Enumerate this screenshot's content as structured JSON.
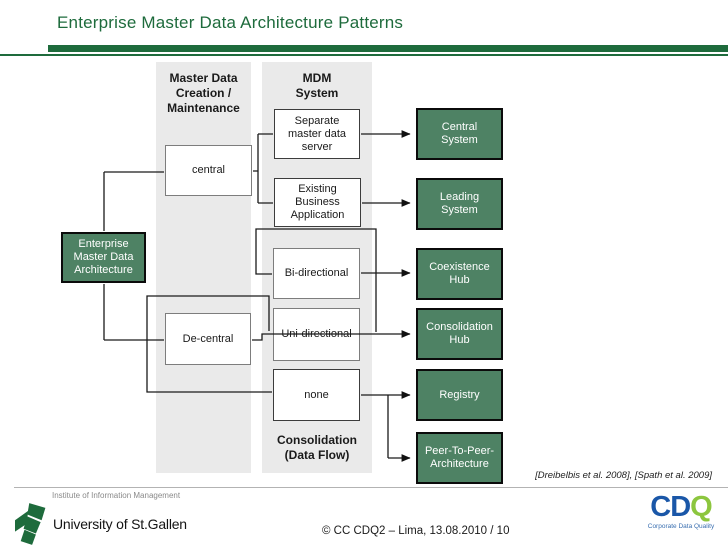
{
  "title": "Enterprise Master Data Architecture Patterns",
  "diagram": {
    "root": {
      "label": "Enterprise\nMaster Data\nArchitecture"
    },
    "columns": [
      {
        "header": "Master Data\nCreation /\nMaintenance"
      },
      {
        "header": "MDM\nSystem",
        "footer": "Consolidation\n(Data Flow)"
      }
    ],
    "creation": [
      {
        "label": "central"
      },
      {
        "label": "De-central"
      }
    ],
    "mdm": [
      {
        "label": "Separate\nmaster data\nserver"
      },
      {
        "label": "Existing\nBusiness\nApplication"
      },
      {
        "label": "Bi-directional"
      },
      {
        "label": "Uni-directional"
      },
      {
        "label": "none"
      }
    ],
    "patterns": [
      {
        "label": "Central\nSystem"
      },
      {
        "label": "Leading\nSystem"
      },
      {
        "label": "Coexistence\nHub"
      },
      {
        "label": "Consolidation\nHub"
      },
      {
        "label": "Registry"
      },
      {
        "label": "Peer-To-Peer-\nArchitecture"
      }
    ],
    "edges": [
      {
        "from": "Enterprise Master Data Architecture",
        "to": "central",
        "arrow": false
      },
      {
        "from": "Enterprise Master Data Architecture",
        "to": "De-central",
        "arrow": false
      },
      {
        "from": "central",
        "to": "Separate master data server",
        "arrow": false
      },
      {
        "from": "central",
        "to": "Existing Business Application",
        "arrow": false
      },
      {
        "from": "De-central",
        "to": "Bi-directional",
        "arrow": false
      },
      {
        "from": "De-central",
        "to": "Uni-directional",
        "arrow": false
      },
      {
        "from": "De-central",
        "to": "none",
        "arrow": false
      },
      {
        "from": "Separate master data server",
        "to": "Central System",
        "arrow": true
      },
      {
        "from": "Existing Business Application",
        "to": "Leading System",
        "arrow": true
      },
      {
        "from": "Bi-directional",
        "to": "Coexistence Hub",
        "arrow": true
      },
      {
        "from": "Uni-directional",
        "to": "Consolidation Hub",
        "arrow": true
      },
      {
        "from": "none",
        "to": "Registry",
        "arrow": true
      },
      {
        "from": "none",
        "to": "Peer-To-Peer-Architecture",
        "arrow": true
      }
    ]
  },
  "citation": "[Dreibelbis et al. 2008], [Spath et al. 2009]",
  "footer": {
    "institute": "Institute of Information Management",
    "university": "University of St.Gallen",
    "copyright": "© CC CDQ2 – Lima, 13.08.2010 / 10",
    "cdq": {
      "cd": "CD",
      "q": "Q",
      "tagline": "Corporate Data Quality"
    }
  },
  "colors": {
    "accent_green": "#1E6B3C",
    "box_green": "#4E8264",
    "column_grey": "#EAEAEA",
    "cdq_blue": "#1A57A8",
    "cdq_green": "#8CC63E"
  }
}
